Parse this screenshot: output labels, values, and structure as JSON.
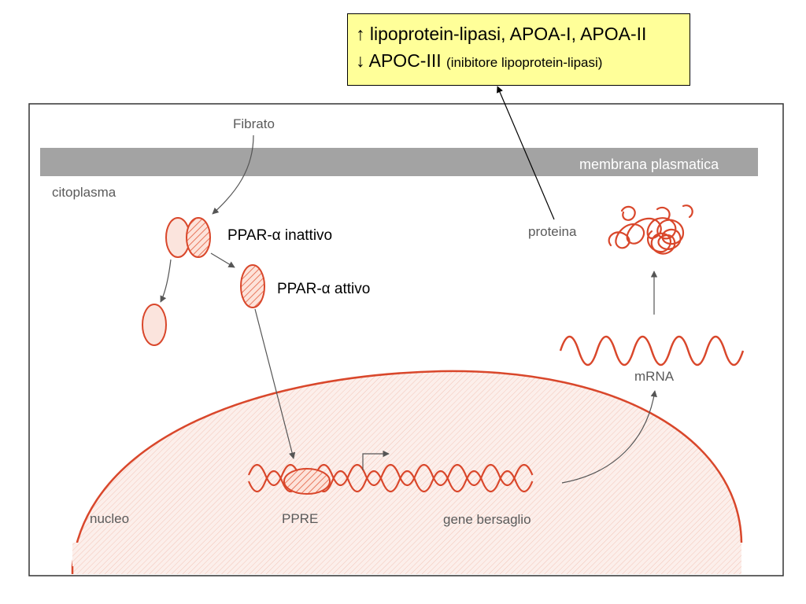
{
  "callout": {
    "up_symbol": "↑",
    "up_text": "lipoprotein-lipasi, APOA-I, APOA-II",
    "down_symbol": "↓",
    "down_text": "APOC-III",
    "down_note": "(inibitore lipoprotein-lipasi)"
  },
  "labels": {
    "fibrato": "Fibrato",
    "membrana": "membrana plasmatica",
    "citoplasma": "citoplasma",
    "ppar_inattivo": "PPAR-α inattivo",
    "ppar_attivo": "PPAR-α attivo",
    "proteina": "proteina",
    "mrna": "mRNA",
    "nucleo": "nucleo",
    "ppre": "PPRE",
    "gene": "gene bersaglio"
  },
  "colors": {
    "accent": "#d9472b",
    "membrane": "#9b9b9b",
    "nucleus_fill": "#fbe8e2",
    "callout_bg": "#ffff99"
  }
}
